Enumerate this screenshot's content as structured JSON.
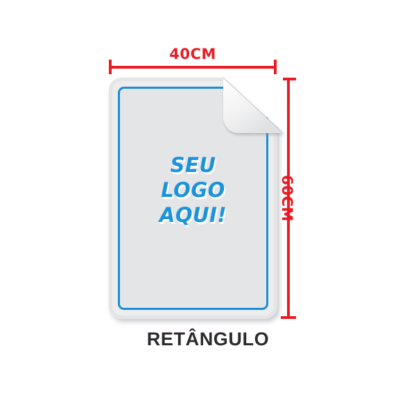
{
  "figure": {
    "name": "product-shape-diagram",
    "background_color": "#ffffff"
  },
  "caption": {
    "label": "RETÂNGULO"
  },
  "sticker": {
    "face_color": "#e4e5e7",
    "keyline_color": "#1b8ed4",
    "margin_color": "#ededee",
    "peel_color": "#ffffff",
    "peel_underside_color": "#e3e4e6",
    "logo_lines": [
      "SEU",
      "LOGO",
      "AQUI!"
    ],
    "logo_color": "#1b93db"
  },
  "dimensions": {
    "color": "#ea1b23",
    "width": {
      "label": "40CM",
      "orientation": "horizontal"
    },
    "height": {
      "label": "60CM",
      "orientation": "vertical"
    }
  }
}
